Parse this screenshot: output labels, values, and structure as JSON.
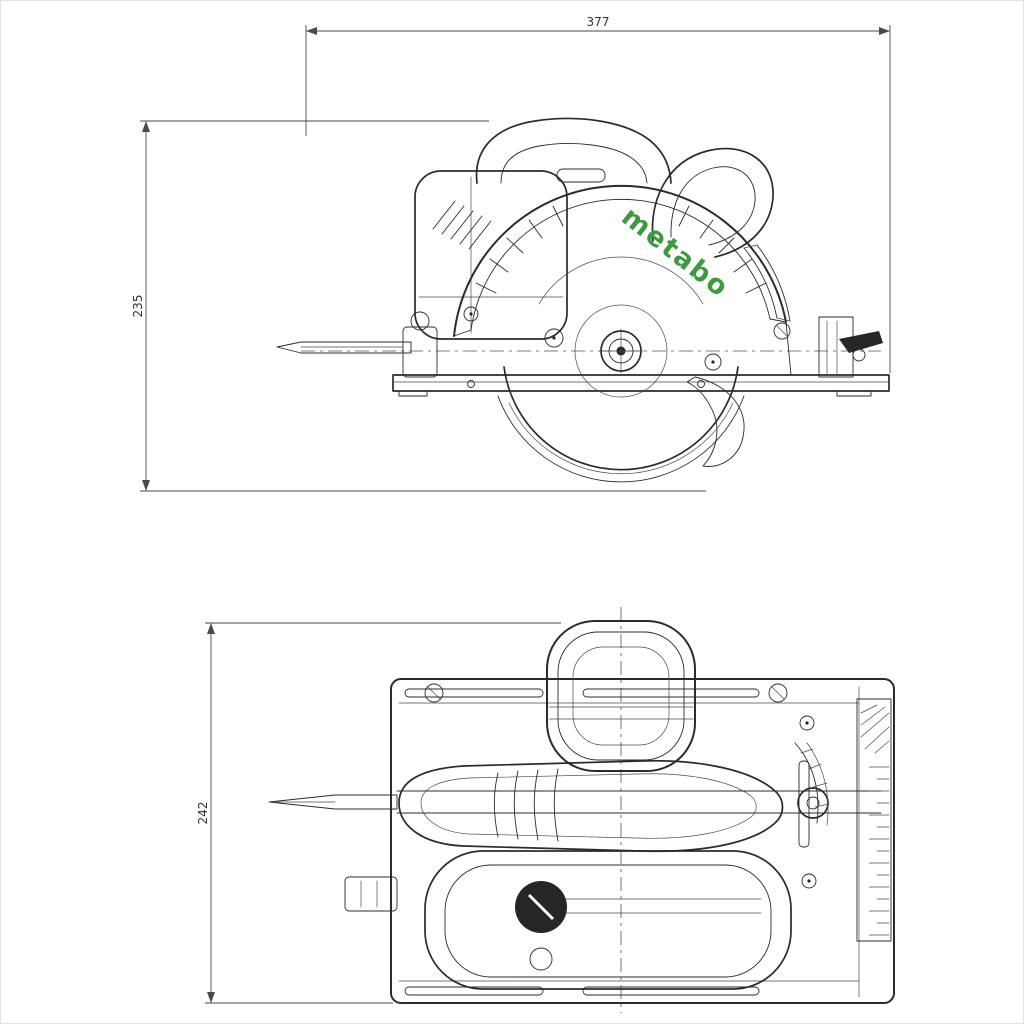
{
  "drawing": {
    "brand_logo": "metabo",
    "dimensions": {
      "overall_length": "377",
      "side_view_height": "235",
      "top_view_width": "242"
    },
    "colors": {
      "line": "#2b2b2b",
      "dimension_line": "#4a4a4a",
      "brand_green": "#3d9a3d",
      "background": "#ffffff"
    }
  }
}
